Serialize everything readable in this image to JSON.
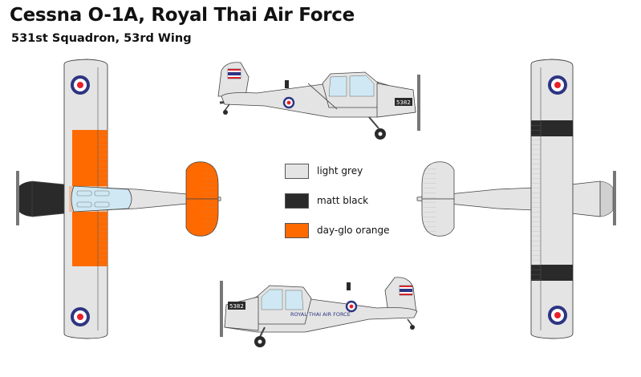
{
  "header": {
    "title": "Cessna O-1A, Royal Thai Air Force",
    "subtitle": "531st Squadron, 53rd Wing"
  },
  "legend": [
    {
      "label": "light grey",
      "color": "#e4e4e4"
    },
    {
      "label": "matt black",
      "color": "#2a2a2a"
    },
    {
      "label": "day-glo orange",
      "color": "#ff6a00"
    }
  ],
  "markings": {
    "serial_number": "5382",
    "fuselage_text_port": "ROYAL THAI AIR FORCE",
    "roundel_colors": {
      "outer": "#2d3582",
      "middle": "#ffffff",
      "inner": "#e8202a"
    },
    "flag_colors": {
      "red": "#e8202a",
      "white": "#ffffff",
      "blue": "#2d3582"
    }
  },
  "colors": {
    "light_grey": "#e4e4e4",
    "matt_black": "#2a2a2a",
    "day_glo_orange": "#ff6a00",
    "canopy": "#cfe8f3",
    "outline": "#444444"
  }
}
